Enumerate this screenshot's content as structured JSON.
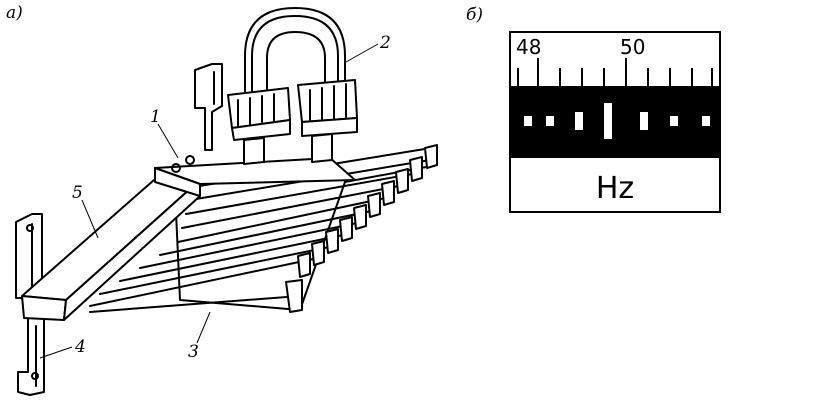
{
  "panels": {
    "a": {
      "label": "а)"
    },
    "b": {
      "label": "б)"
    }
  },
  "callouts": [
    {
      "id": "1",
      "text": "1"
    },
    {
      "id": "2",
      "text": "2"
    },
    {
      "id": "3",
      "text": "3"
    },
    {
      "id": "4",
      "text": "4"
    },
    {
      "id": "5",
      "text": "5"
    }
  ],
  "scale": {
    "left_value": "48",
    "right_value": "50",
    "unit": "Hz"
  },
  "colors": {
    "ink": "#000000",
    "paper": "#ffffff"
  }
}
